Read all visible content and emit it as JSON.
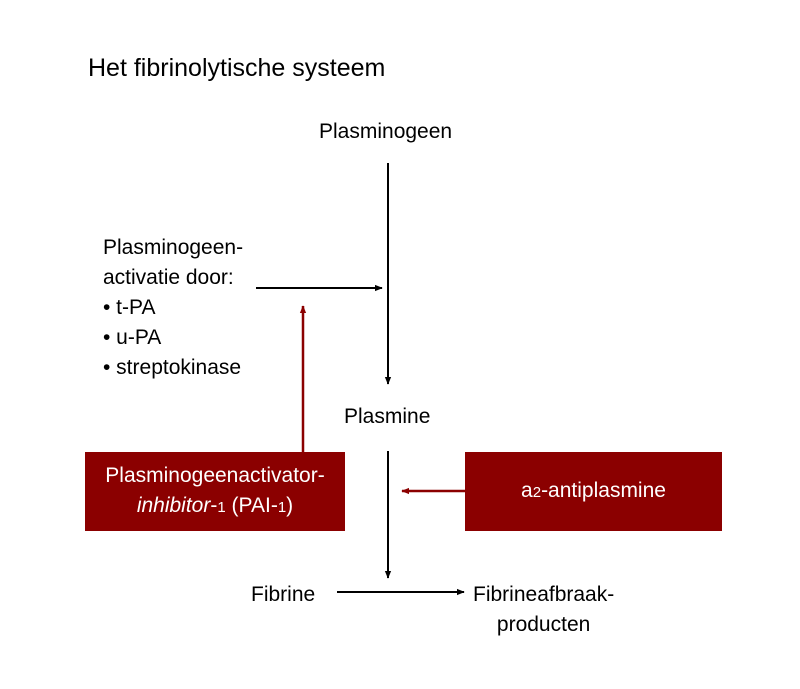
{
  "title": "Het fibrinolytische systeem",
  "nodes": {
    "plasminogeen": "Plasminogeen",
    "activation": {
      "line1": "Plasminogeen-",
      "line2": "activatie door:",
      "items": [
        "• t-PA",
        "• u-PA",
        "• streptokinase"
      ]
    },
    "plasmine": "Plasmine",
    "fibrine": "Fibrine",
    "afbraak": {
      "line1": "Fibrineafbraak-",
      "line2": "producten"
    }
  },
  "inhibitors": {
    "pai": {
      "line1": "Plasminogeenactivator-",
      "line2_italic": "inhibitor",
      "line2_sep": "-",
      "line2_num": "1",
      "line2_paren_open": " (PAI-",
      "line2_paren_num": "1",
      "line2_paren_close": ")"
    },
    "a2": {
      "prefix": "a",
      "sub": "2",
      "suffix": "-antiplasmine"
    }
  },
  "colors": {
    "inhibitor": "#8b0000",
    "arrow": "#000000",
    "background": "#ffffff"
  }
}
